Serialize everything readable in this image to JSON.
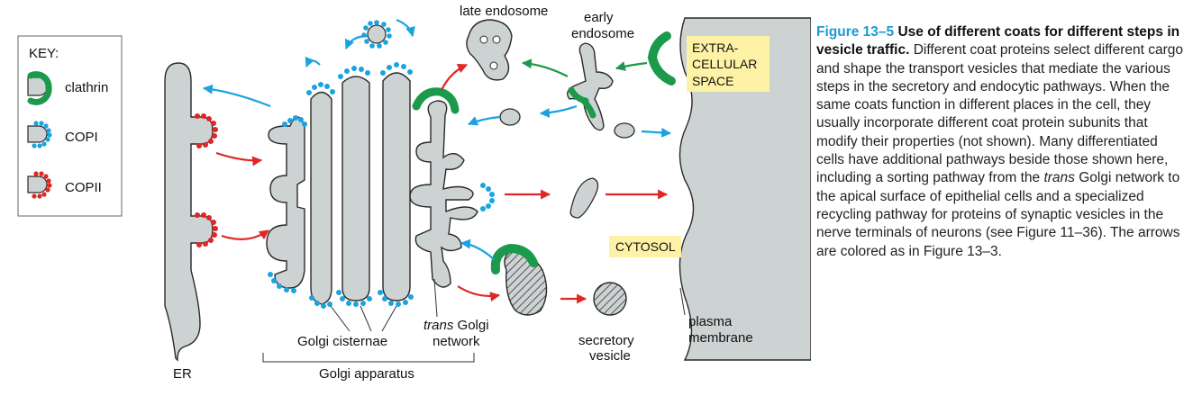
{
  "key": {
    "title": "KEY:",
    "items": [
      {
        "label": "clathrin",
        "color": "#1a9a4a"
      },
      {
        "label": "COPI",
        "color": "#1aa3e0"
      },
      {
        "label": "COPII",
        "color": "#e02626"
      }
    ]
  },
  "labels": {
    "late_endosome": "late endosome",
    "early_endosome_1": "early",
    "early_endosome_2": "endosome",
    "extracellular_1": "EXTRA-",
    "extracellular_2": "CELLULAR",
    "extracellular_3": "SPACE",
    "cytosol": "CYTOSOL",
    "plasma_membrane_1": "plasma",
    "plasma_membrane_2": "membrane",
    "secretory_vesicle_1": "secretory",
    "secretory_vesicle_2": "vesicle",
    "trans_golgi_italic": "trans",
    "trans_golgi_rest": " Golgi",
    "trans_golgi_2": "network",
    "golgi_cisternae": "Golgi cisternae",
    "golgi_apparatus": "Golgi apparatus",
    "er": "ER"
  },
  "caption": {
    "figure_number": "Figure 13–5",
    "title": "Use of different coats for different steps in vesicle traffic.",
    "text_1": "Different coat proteins select different cargo and shape the transport vesicles that mediate the various steps in the secretory and endocytic pathways. When the same coats function in different places in the cell, they usually incorporate different coat protein subunits that modify their properties (not shown). Many differentiated cells have additional pathways beside those shown here, including a sorting pathway from the ",
    "text_italic": "trans",
    "text_2": " Golgi network to the apical surface of epithelial cells and a specialized recycling pathway for proteins of synaptic vesicles in the nerve terminals of neurons (see Figure 11–36). The arrows are colored as in Figure 13–3."
  },
  "colors": {
    "organelle_fill": "#cdd2d2",
    "organelle_stroke": "#2a2a2a",
    "clathrin": "#1a9a4a",
    "copi": "#1aa3e0",
    "copii": "#e02626",
    "label_highlight": "#fdf2a6",
    "caption_accent": "#1a9ad6"
  }
}
